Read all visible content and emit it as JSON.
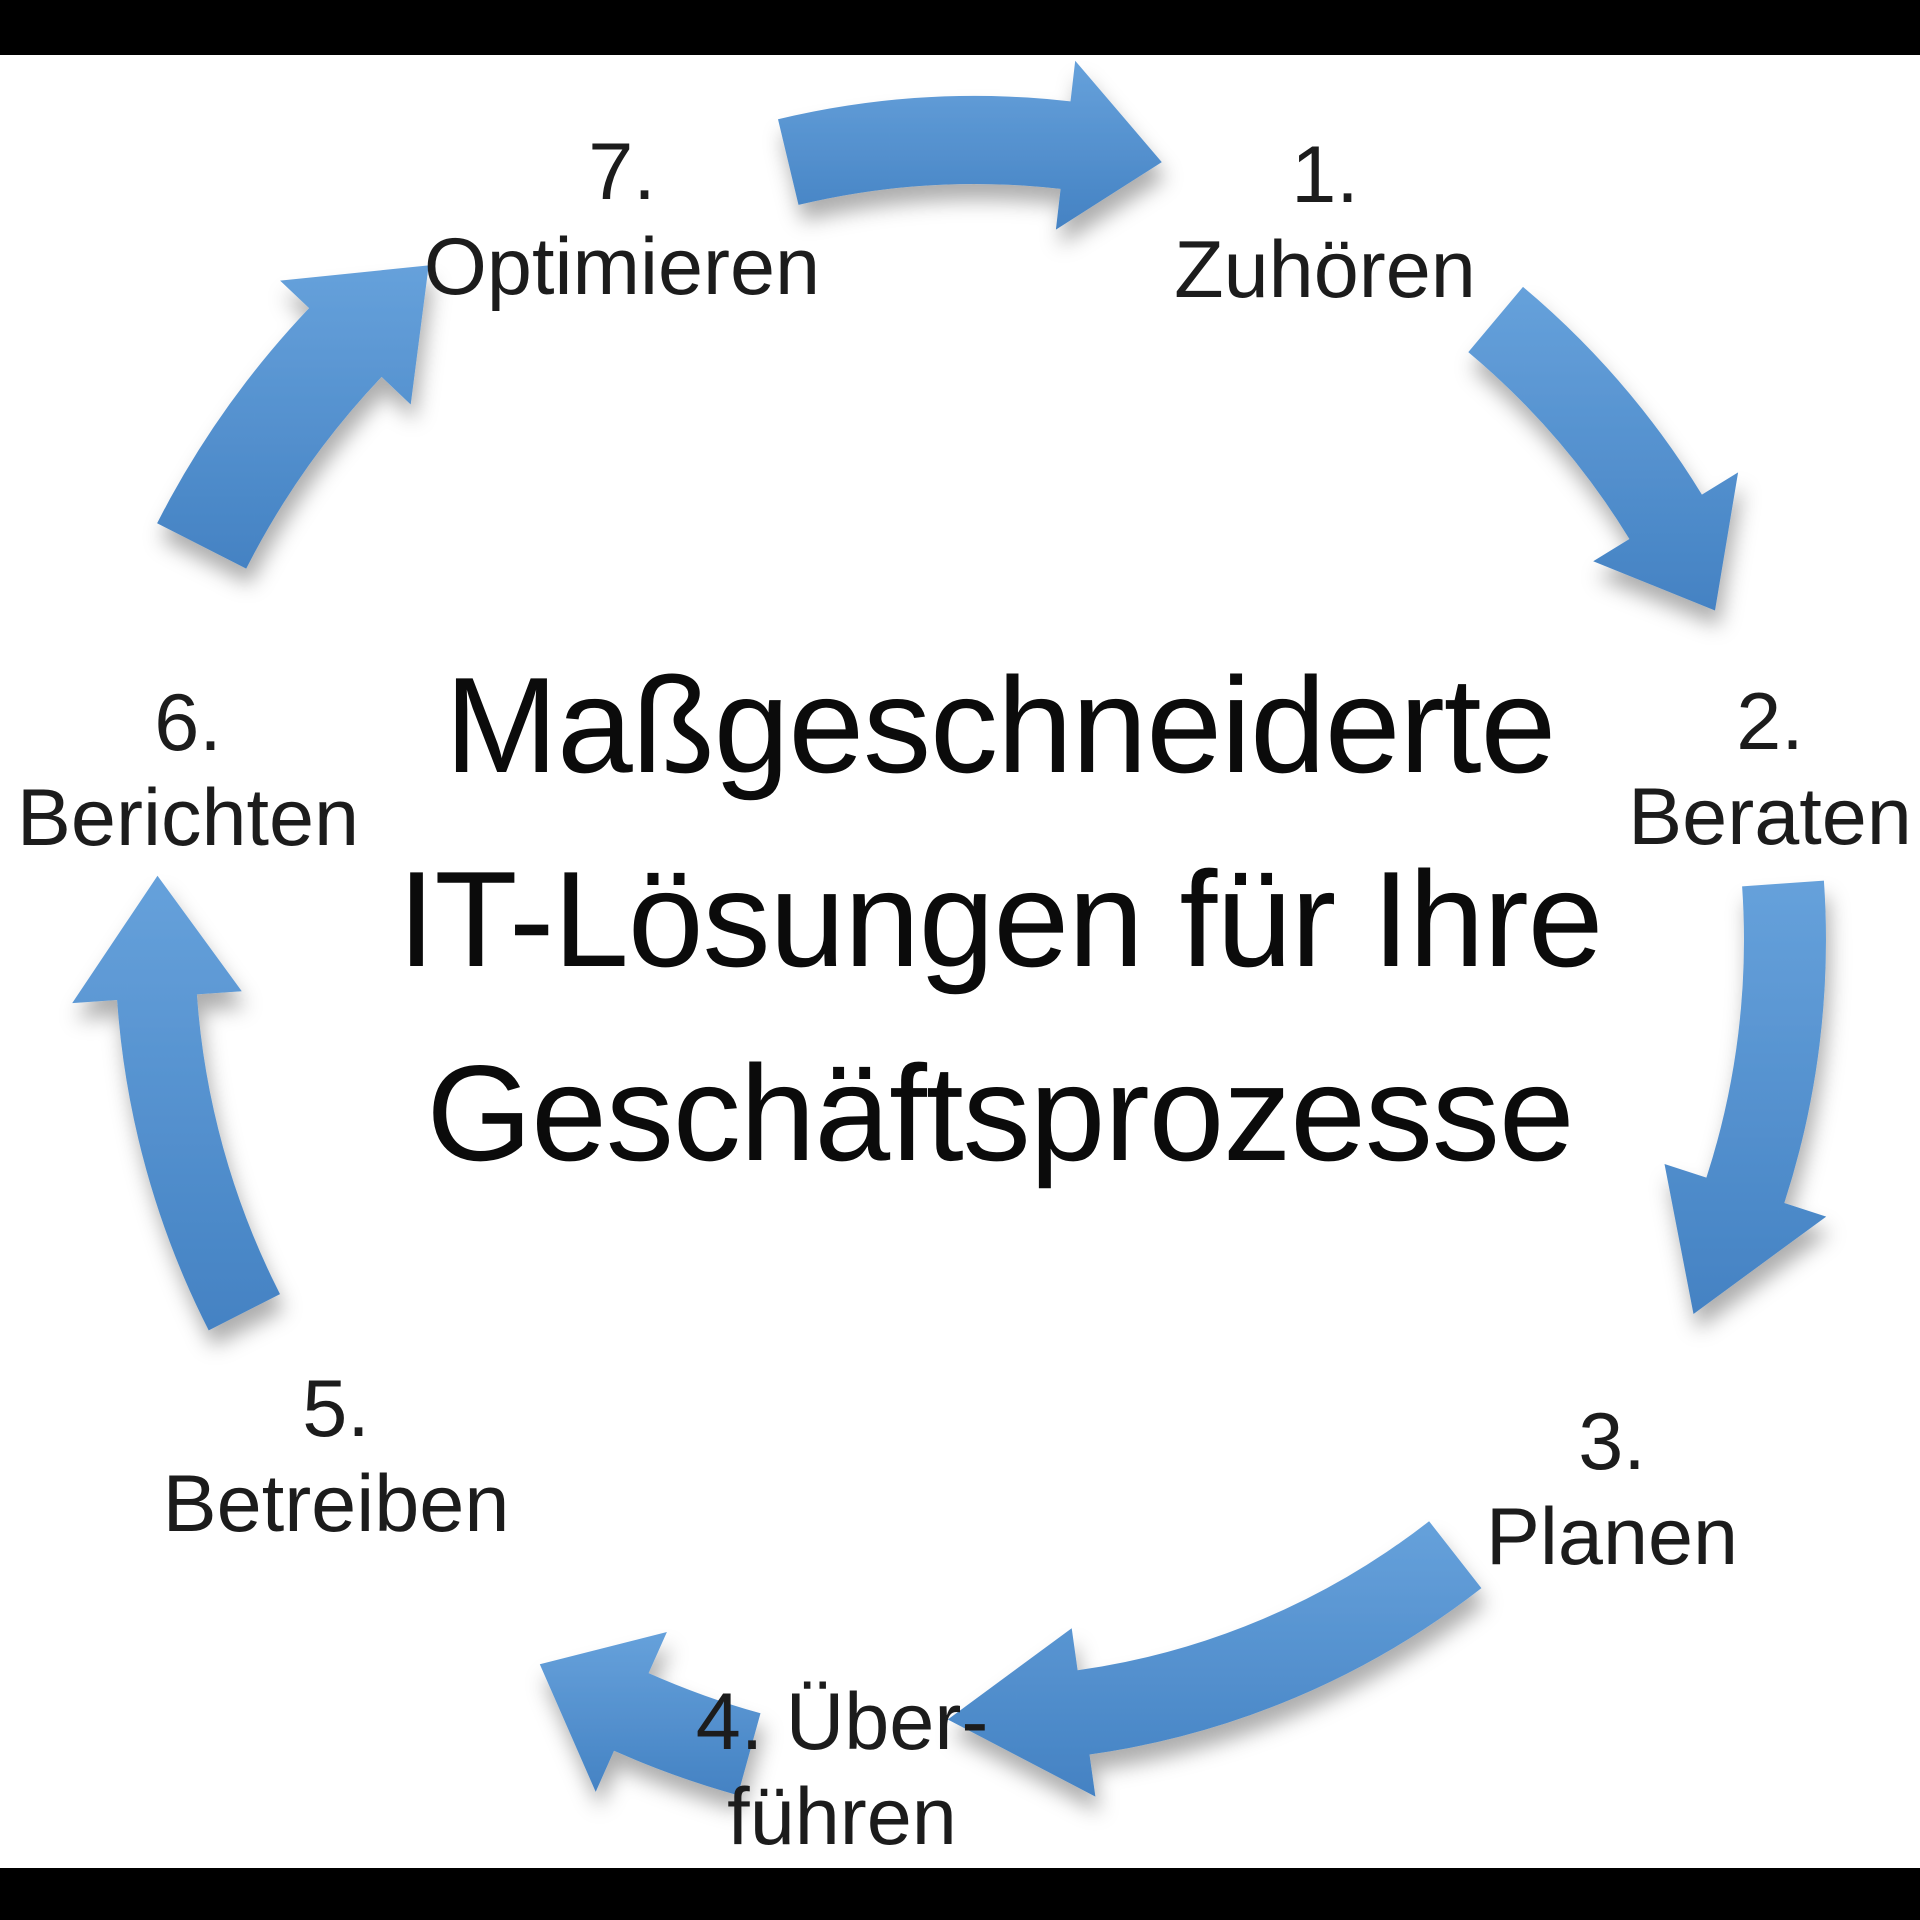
{
  "diagram": {
    "center_title": {
      "lines": [
        "Maßgeschneiderte",
        "IT-Lösungen für Ihre",
        "Geschäftsprozesse"
      ]
    },
    "steps": [
      {
        "number": "1.",
        "label": "Zuhören"
      },
      {
        "number": "2.",
        "label": "Beraten"
      },
      {
        "number": "3.",
        "label": "Planen"
      },
      {
        "number": "4. Über-",
        "label": "führen"
      },
      {
        "number": "5.",
        "label": "Betreiben"
      },
      {
        "number": "6.",
        "label": "Berichten"
      },
      {
        "number": "7.",
        "label": "Optimieren"
      }
    ],
    "arrows": [
      "arrow-7-to-1",
      "arrow-1-to-2",
      "arrow-2-to-3",
      "arrow-3-to-4",
      "arrow-4-to-5",
      "arrow-5-to-6",
      "arrow-6-to-7"
    ],
    "colors": {
      "arrow_gradient_top": "#66a1db",
      "arrow_gradient_bottom": "#4482c3",
      "title_text": "#0b0b0b",
      "step_text": "#1c1c1c",
      "background": "#ffffff",
      "letterbox": "#000000"
    }
  }
}
